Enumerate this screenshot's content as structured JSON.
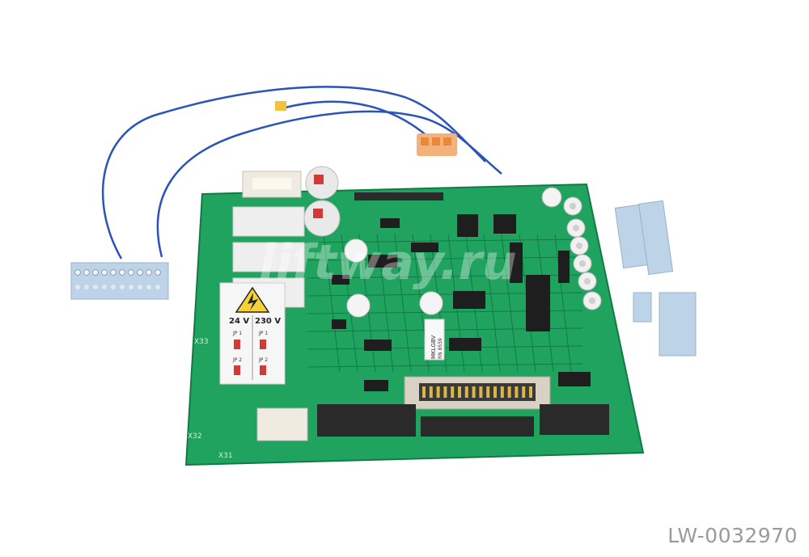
{
  "product_code": "LW-0032970",
  "watermark": "liftway.ru",
  "warning_panel": {
    "left_voltage": "24 V",
    "right_voltage": "230 V",
    "left_jp1": "JP 1",
    "left_jp2": "JP 2",
    "right_jp1": "JP 1",
    "right_jp2": "JP 2"
  },
  "board_labels": {
    "x33": "X33",
    "x32": "X32",
    "x31": "X31"
  },
  "sticker_text": "MKLGBV",
  "sticker_text2": "RN 8559",
  "colors": {
    "pcb": "#1fa35f",
    "pcb_dark": "#137a45",
    "wire": "#2a54b8",
    "terminal": "#bcd3e8",
    "sku_text": "#9a9a9a",
    "jumper": "#d23a3a"
  }
}
